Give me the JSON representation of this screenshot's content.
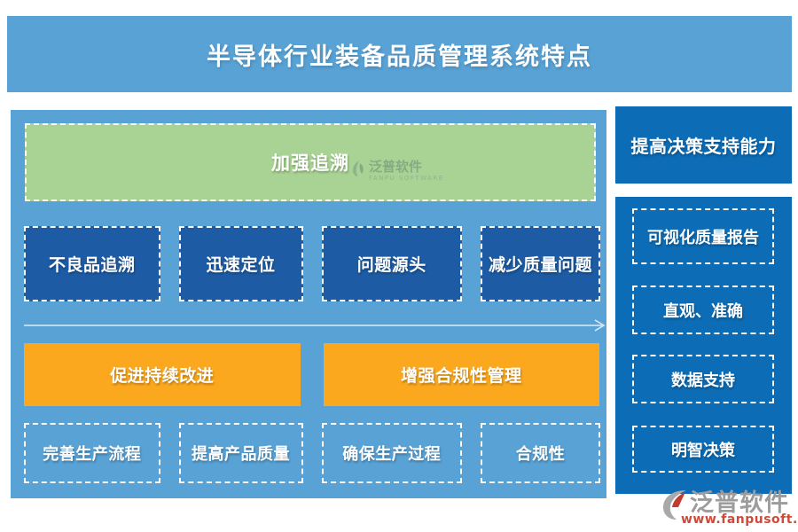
{
  "header": {
    "title": "半导体行业装备品质管理系统特点"
  },
  "main": {
    "trace_label": "加强追溯",
    "features": [
      "不良品追溯",
      "迅速定位",
      "问题源头",
      "减少质量问题"
    ],
    "orange": [
      "促进持续改进",
      "增强合规性管理"
    ],
    "outcomes": [
      "完善生产流程",
      "提高产品质量",
      "确保生产过程",
      "合规性"
    ]
  },
  "sidebar": {
    "title": "提高决策支持能力",
    "items": [
      "可视化质量报告",
      "直观、准确",
      "数据支持",
      "明智决策"
    ]
  },
  "watermark": {
    "brand": "泛普软件",
    "subtitle": "FANPU SOFTWARE"
  },
  "footer_logo": {
    "brand": "泛普软件",
    "url": "www.fanpusoft.com"
  },
  "colors": {
    "main_blue": "#59A2D5",
    "navy": "#1D5CA5",
    "side_blue": "#0C6CB5",
    "green": "#A9D394",
    "orange": "#FBA81E",
    "arrow": "#DCEBF7",
    "brand_gray": "#9C9C9C",
    "brand_red": "#CD4A3A"
  }
}
